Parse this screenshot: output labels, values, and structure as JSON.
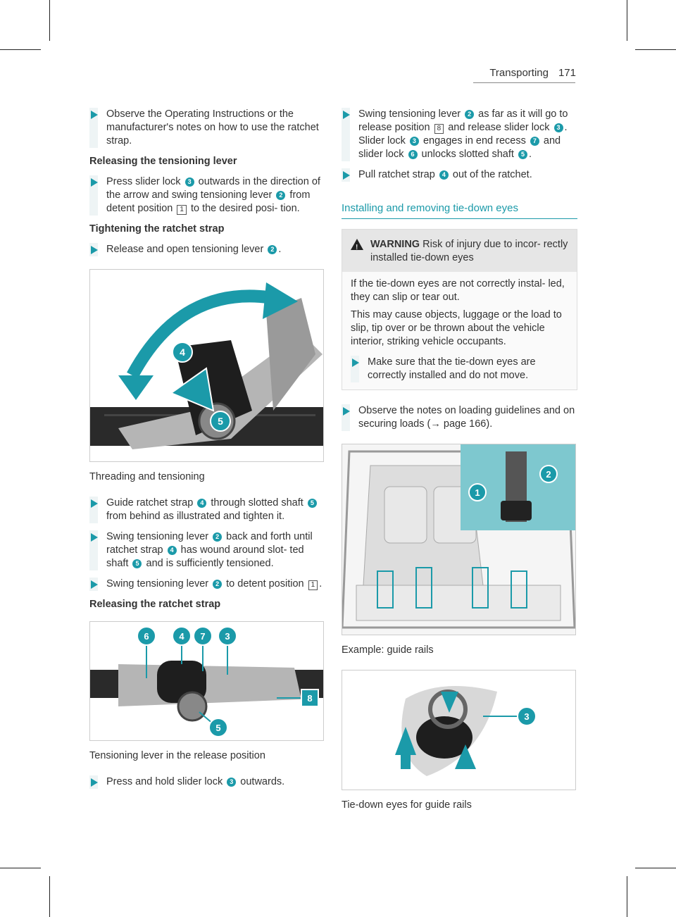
{
  "header": {
    "section": "Transporting",
    "page_number": "171"
  },
  "left": {
    "step1": {
      "a": "Observe",
      "b": "the Operating Instructions or the manufacturer's notes on how to use the ratchet strap."
    },
    "heading_release_lever": "Releasing the tensioning lever",
    "step2": {
      "a": "Press slider lock",
      "n1": "3",
      "b": "outwards in the direction of the arrow and swing tensioning lever",
      "n2": "2",
      "c": "from detent position",
      "k1": "1",
      "d": "to the desired posi‑ tion."
    },
    "heading_tighten": "Tightening the ratchet strap",
    "step3": {
      "a": "Release and open tensioning lever",
      "n1": "2",
      "b": "."
    },
    "fig1": {
      "callout_a": "4",
      "callout_b": "5",
      "caption": "Threading and tensioning"
    },
    "step4": {
      "a": "Guide ratchet strap",
      "n1": "4",
      "b": "through slotted shaft",
      "n2": "5",
      "c": "from behind as illustrated and tighten it."
    },
    "step5": {
      "a": "Swing tensioning lever",
      "n1": "2",
      "b": "back and forth until ratchet strap",
      "n2": "4",
      "c": "has wound around slot‑ ted shaft",
      "n3": "5",
      "d": "and is sufficiently tensioned."
    },
    "step6": {
      "a": "Swing tensioning lever",
      "n1": "2",
      "b": "to detent position",
      "k1": "1",
      "c": "."
    },
    "heading_release_strap": "Releasing the ratchet strap",
    "fig2": {
      "c6": "6",
      "c4": "4",
      "c7": "7",
      "c3": "3",
      "c8": "8",
      "c5": "5",
      "caption": "Tensioning lever in the release position"
    },
    "step7": {
      "a": "Press and hold slider lock",
      "n1": "3",
      "b": "outwards."
    }
  },
  "right": {
    "step1": {
      "a": "Swing tensioning lever",
      "n1": "2",
      "b": "as far as it will go to release position",
      "k1": "8",
      "c": "and release slider lock",
      "n2": "3",
      "d": ".",
      "e": "Slider lock",
      "n3": "3",
      "f": "engages in end recess",
      "n4": "7",
      "g": "and slider lock",
      "n5": "6",
      "h": "unlocks slotted shaft",
      "n6": "5",
      "i": "."
    },
    "step2": {
      "a": "Pull ratchet strap",
      "n1": "4",
      "b": "out of the ratchet."
    },
    "heading_tiedown": "Installing and removing tie-down eyes",
    "warning": {
      "label": "WARNING",
      "title": "Risk of injury due to incor‑ rectly installed tie-down eyes",
      "p1": "If the tie-down eyes are not correctly instal‑ led, they can slip or tear out.",
      "p2": "This may cause objects, luggage or the load to slip, tip over or be thrown about the vehicle interior, striking vehicle occupants.",
      "step": "Make sure that the tie-down eyes are correctly installed and do not move."
    },
    "step3": {
      "a": "Observe the notes on loading guidelines and on securing loads (",
      "arrow": "→",
      "b": "page 166)."
    },
    "fig3": {
      "c1": "1",
      "c2": "2",
      "caption": "Example: guide rails"
    },
    "fig4": {
      "c3": "3",
      "caption": "Tie-down eyes for guide rails"
    }
  }
}
